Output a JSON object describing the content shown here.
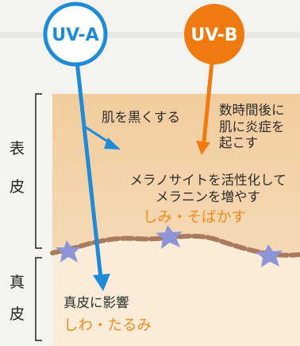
{
  "badges": {
    "uva": "UV-A",
    "uvb": "UV-B"
  },
  "layers": {
    "epidermis": "表皮",
    "dermis": "真皮"
  },
  "notes": {
    "darken": "肌を黒くする",
    "uvb_effect": "数時間後に\n肌に炎症を\n起こす",
    "melanocyte": "メラノサイトを活性化して\nメラニンを増やす",
    "spots": "しみ・そばかす",
    "dermis_effect": "真皮に影響",
    "wrinkles": "しわ・たるみ"
  },
  "colors": {
    "uva_blue": "#1f8bd6",
    "uvb_orange": "#ee7a10",
    "epidermis": "#f2d1a7",
    "dermis": "#f9ebd7",
    "highlight_text": "#ee8a1e",
    "melanocyte": "#8e95d6"
  },
  "icons": [
    "uv-a-arrow-icon",
    "uv-b-arrow-icon",
    "melanocyte-star-icon"
  ]
}
